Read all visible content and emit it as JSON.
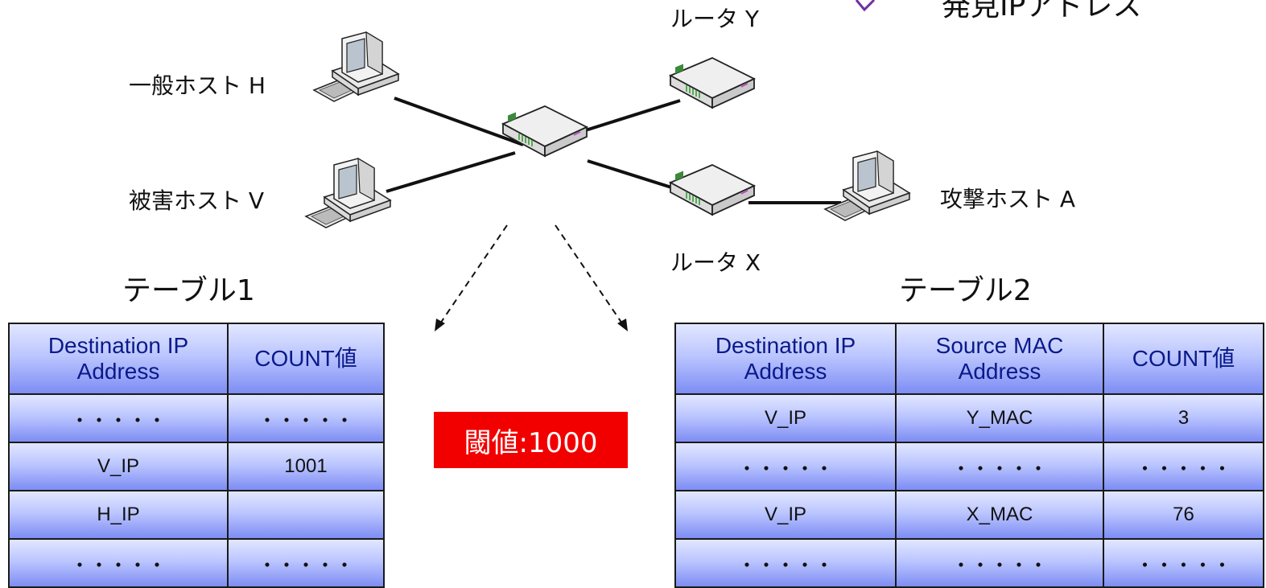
{
  "diagram": {
    "legend_text": "発見IPアドレス",
    "nodes": {
      "host_h": "一般ホスト H",
      "host_v": "被害ホスト V",
      "host_a": "攻撃ホスト A",
      "router_y": "ルータ Y",
      "router_x": "ルータ X"
    },
    "threshold_label": "閾値:1000"
  },
  "table1": {
    "title": "テーブル1",
    "headers": [
      "Destination IP Address",
      "COUNT値"
    ],
    "rows": [
      [
        "・・・・・",
        "・・・・・"
      ],
      [
        "V_IP",
        "1001"
      ],
      [
        "H_IP",
        ""
      ],
      [
        "・・・・・",
        "・・・・・"
      ]
    ]
  },
  "table2": {
    "title": "テーブル2",
    "headers": [
      "Destination IP Address",
      "Source MAC Address",
      "COUNT値"
    ],
    "rows": [
      [
        "V_IP",
        "Y_MAC",
        "3"
      ],
      [
        "・・・・・",
        "・・・・・",
        "・・・・・"
      ],
      [
        "V_IP",
        "X_MAC",
        "76"
      ],
      [
        "・・・・・",
        "・・・・・",
        "・・・・・"
      ]
    ]
  }
}
